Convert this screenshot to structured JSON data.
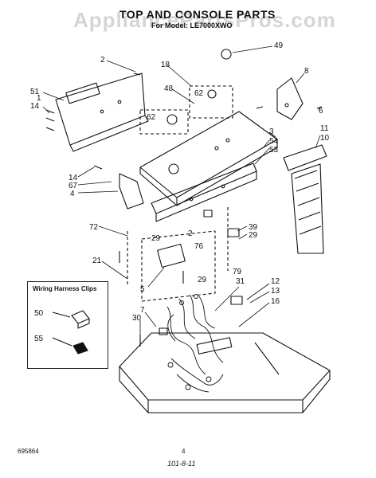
{
  "watermark": "AppliancePartsPros.com",
  "title": "TOP AND CONSOLE PARTS",
  "subtitle": "For Model: LE7000XWO",
  "legend": {
    "title": "Wiring Harness Clips",
    "items": [
      "50",
      "55"
    ]
  },
  "callouts": {
    "c49": "49",
    "c2": "2",
    "c18": "18",
    "c8": "8",
    "c51": "51",
    "c48": "48",
    "c62a": "62",
    "c62b": "62",
    "c1": "1",
    "c14a": "14",
    "c6": "6",
    "c3": "3",
    "c54": "54",
    "c53": "53",
    "c11": "11",
    "c10": "10",
    "c14b": "14",
    "c67": "67",
    "c4": "4",
    "c72": "72",
    "c2b": "2",
    "c29a": "29",
    "c39": "39",
    "c29b": "29",
    "c76": "76",
    "c21": "21",
    "c79": "79",
    "c5": "5",
    "c29c": "29",
    "c31": "31",
    "c12": "12",
    "c13": "13",
    "c16": "16",
    "c7": "7",
    "c30": "30"
  },
  "footer": {
    "doc_number": "695864",
    "page": "4",
    "code": "101-8-11"
  },
  "colors": {
    "ink": "#111111",
    "watermark": "#c8c8c8",
    "background": "#ffffff"
  }
}
